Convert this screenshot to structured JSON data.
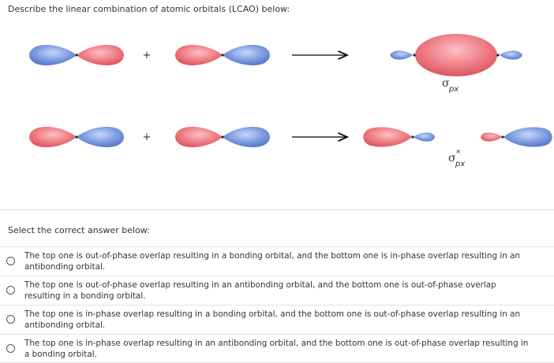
{
  "question": {
    "prompt": "Describe the linear combination of atomic orbitals (LCAO) below:"
  },
  "diagram": {
    "row1_plus": "+",
    "row2_plus": "+",
    "sigma_bonding": {
      "symbol": "σ",
      "subscript": "px"
    },
    "sigma_antibonding": {
      "symbol": "σ",
      "superscript": "*",
      "subscript": "px"
    },
    "colors": {
      "red_lobe": "#f07f86",
      "blue_lobe": "#7f9ee0",
      "arrow": "#000000"
    }
  },
  "answer_section": {
    "label": "Select the correct answer below:",
    "options": [
      {
        "text": "The top one is out-of-phase overlap resulting in a bonding orbital, and the bottom one is in-phase overlap resulting in an antibonding orbital."
      },
      {
        "text": "The top one is out-of-phase overlap resulting in an antibonding orbital, and the bottom one is out-of-phase overlap resulting in a bonding orbital."
      },
      {
        "text": "The top one is in-phase overlap resulting in a bonding orbital, and the bottom one is out-of-phase overlap resulting in an antibonding orbital."
      },
      {
        "text": "The top one is in-phase overlap resulting in an antibonding orbital, and the bottom one is out-of-phase overlap resulting in a bonding orbital."
      }
    ]
  }
}
